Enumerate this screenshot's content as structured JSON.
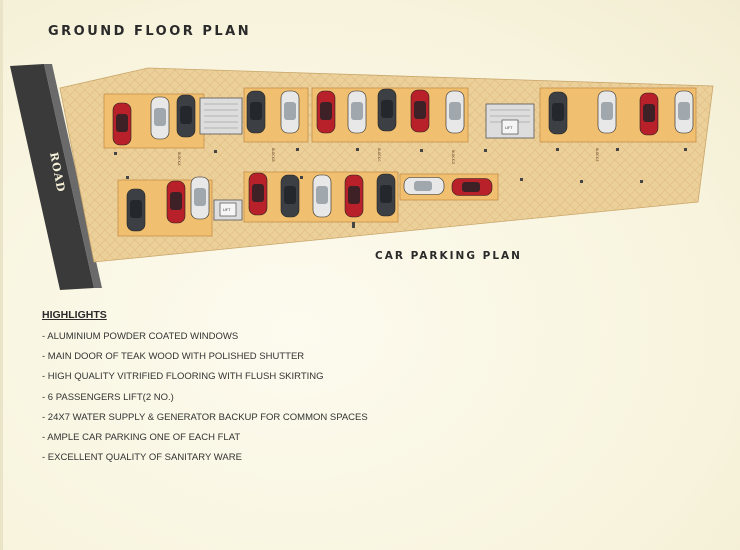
{
  "page": {
    "title": "GROUND FLOOR PLAN",
    "road_label": "ROAD",
    "plan_caption": "CAR PARKING PLAN",
    "block_labels": [
      "BLOCK-A",
      "BLOCK-B",
      "BLOCK-C",
      "BLOCK-D",
      "BLOCK-E"
    ],
    "lift_labels": [
      "LIFT",
      "LIFT"
    ]
  },
  "highlights": {
    "heading": "HIGHLIGHTS",
    "items": [
      "- ALUMINIUM POWDER COATED WINDOWS",
      "- MAIN DOOR OF TEAK WOOD WITH POLISHED SHUTTER",
      "- HIGH QUALITY VITRIFIED FLOORING WITH FLUSH SKIRTING",
      "- 6 PASSENGERS LIFT(2 NO.)",
      "- 24X7 WATER SUPPLY & GENERATOR BACKUP FOR COMMON SPACES",
      "- AMPLE CAR PARKING ONE OF EACH FLAT",
      "- EXCELLENT QUALITY OF SANITARY WARE"
    ]
  },
  "colors": {
    "floor": "#ecd09a",
    "bay": "#f0c070",
    "road": "#3a3a3a",
    "car_red": "#b8202a",
    "car_white": "#e8e8e8",
    "car_dark": "#3c3f44"
  }
}
